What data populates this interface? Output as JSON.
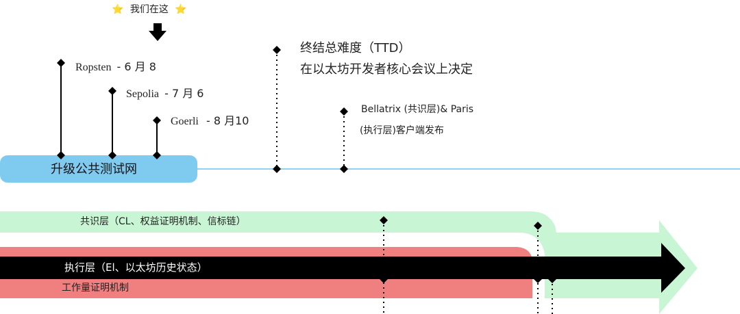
{
  "here_marker": {
    "star_left": "⭐",
    "label": "我们在这",
    "star_right": "⭐",
    "arrow": "down-arrow"
  },
  "testnets": [
    {
      "name": "Ropsten",
      "date": "- 6 月 8"
    },
    {
      "name": "Sepolia",
      "date": "- 7 月 6"
    },
    {
      "name": "Goerli",
      "date": "- 8 月10"
    }
  ],
  "upgrade_label": "升级公共测试网",
  "ttd": {
    "line1": "终结总难度（TTD）",
    "line2": "在以太坊开发者核心会议上决定"
  },
  "release": {
    "line1": "Bellatrix (共识层)& Paris",
    "line2": "(执行层)客户端发布"
  },
  "consensus_label": "共识层（CL、权益证明机制、信标链）",
  "execution_label": "执行层（El、以太坊历史状态）",
  "pow_label": "工作量证明机制",
  "colors": {
    "timeline_blue": "#7ecbef",
    "consensus_green": "#c8f5d4",
    "pow_red": "#f08080",
    "execution_black": "#000000"
  }
}
